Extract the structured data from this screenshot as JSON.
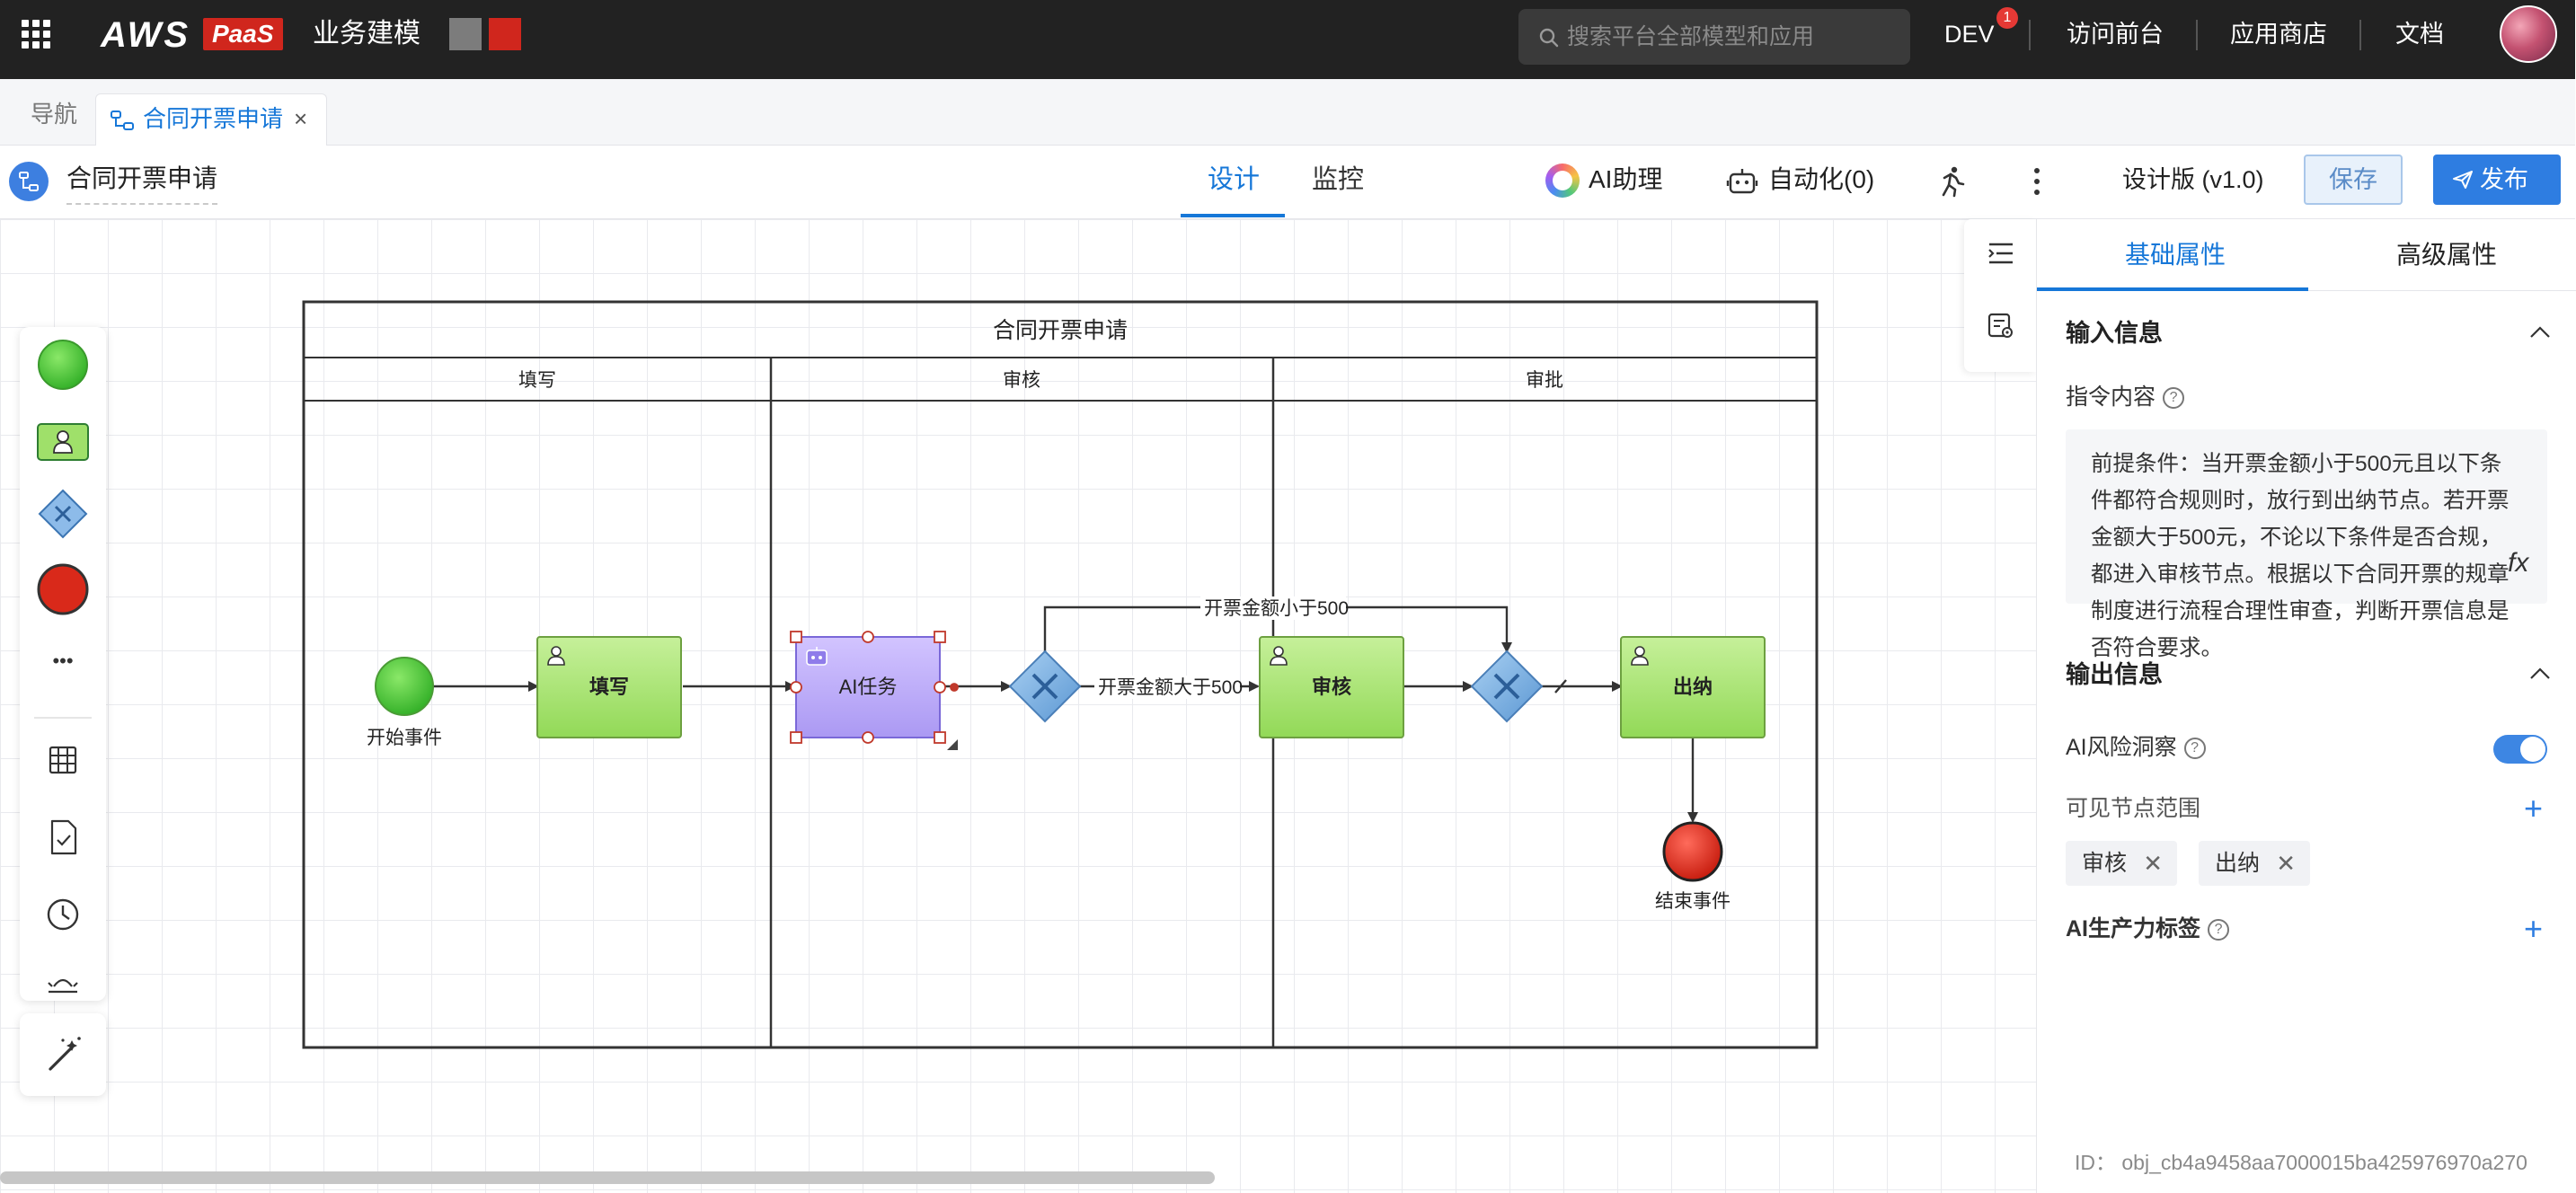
{
  "header": {
    "logo_aws": "AWS",
    "logo_paas": "PaaS",
    "app_title": "业务建模",
    "search_placeholder": "搜索平台全部模型和应用",
    "nav": {
      "dev_label": "DEV",
      "dev_badge": "1",
      "visit_frontend": "访问前台",
      "app_store": "应用商店",
      "docs": "文档"
    },
    "brand_red": "#d0261d"
  },
  "tabs": {
    "nav_label": "导航",
    "active_label": "合同开票申请",
    "close_glyph": "×"
  },
  "toolbar": {
    "process_name": "合同开票申请",
    "mode_tabs": [
      "设计",
      "监控"
    ],
    "active_mode": "设计",
    "ai_assistant": "AI助理",
    "automation": "自动化(0)",
    "version": "设计版 (v1.0)",
    "save": "保存",
    "publish": "发布",
    "accent": "#1677d8"
  },
  "diagram": {
    "pool_title": "合同开票申请",
    "lanes": [
      "填写",
      "审核",
      "审批"
    ],
    "nodes": {
      "start": "开始事件",
      "fill": "填写",
      "ai_task": "AI任务",
      "review": "审核",
      "cashier": "出纳",
      "end": "结束事件"
    },
    "edges": {
      "gt500": "开票金额大于500",
      "lt500": "开票金额小于500"
    }
  },
  "palette": {
    "items": [
      "start-event",
      "user-task",
      "gateway",
      "end-event",
      "more",
      "table",
      "form-check",
      "clock",
      "bug"
    ],
    "more_glyph": "•••"
  },
  "panel": {
    "tabs": [
      "基础属性",
      "高级属性"
    ],
    "active_tab": "基础属性",
    "input_section": "输入信息",
    "prompt_label": "指令内容",
    "prompt_text": "前提条件：当开票金额小于500元且以下条件都符合规则时，放行到出纳节点。若开票金额大于500元，不论以下条件是否合规，都进入审核节点。根据以下合同开票的规章制度进行流程合理性审查，判断开票信息是否符合要求。",
    "fx": "fx",
    "output_section": "输出信息",
    "risk_label": "AI风险洞察",
    "risk_enabled": true,
    "visible_scope_label": "可见节点范围",
    "scope_chips": [
      "审核",
      "出纳"
    ],
    "tags_label": "AI生产力标签",
    "object_id": "ID： obj_cb4a9458aa7000015ba425976970a270"
  }
}
